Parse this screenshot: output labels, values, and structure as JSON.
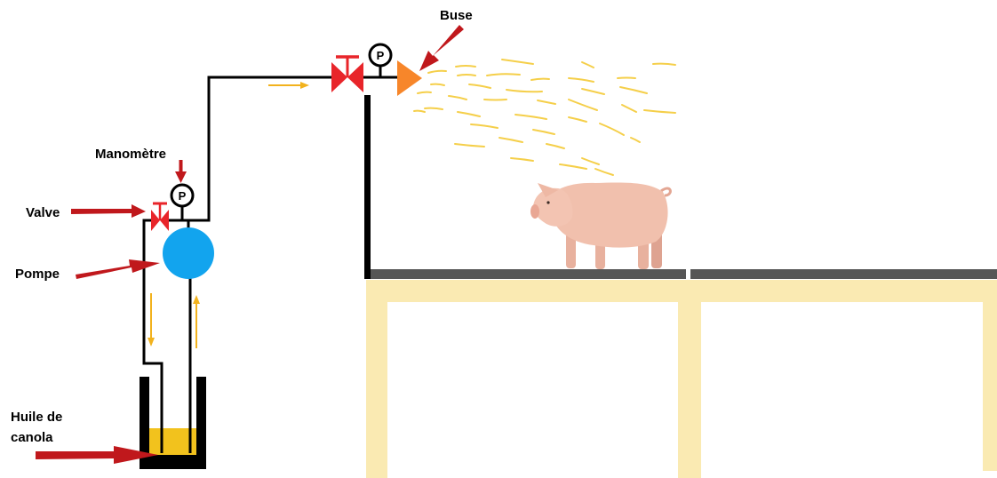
{
  "labels": {
    "manometre": "Manomètre",
    "valve": "Valve",
    "pompe": "Pompe",
    "huile_line1": "Huile de",
    "huile_line2": "canola",
    "buse": "Buse"
  },
  "gauge_symbol": "P",
  "icons": {
    "gauge": "pressure-gauge-icon",
    "valve": "valve-icon",
    "pump": "pump-icon",
    "nozzle": "nozzle-icon",
    "pig": "pig-icon",
    "arrow": "red-arrow-icon"
  },
  "colors": {
    "pipe": "#000000",
    "arrow_red": "#c0181c",
    "valve_red": "#e8252a",
    "pump_blue": "#12a4ee",
    "oil_yellow": "#f2c21d",
    "flow_arrow": "#f2b21d",
    "spray": "#f5cf4a",
    "nozzle_orange": "#f7862a",
    "table": "#faeab2",
    "table_top": "#565656",
    "pig": "#f1c0ad"
  }
}
